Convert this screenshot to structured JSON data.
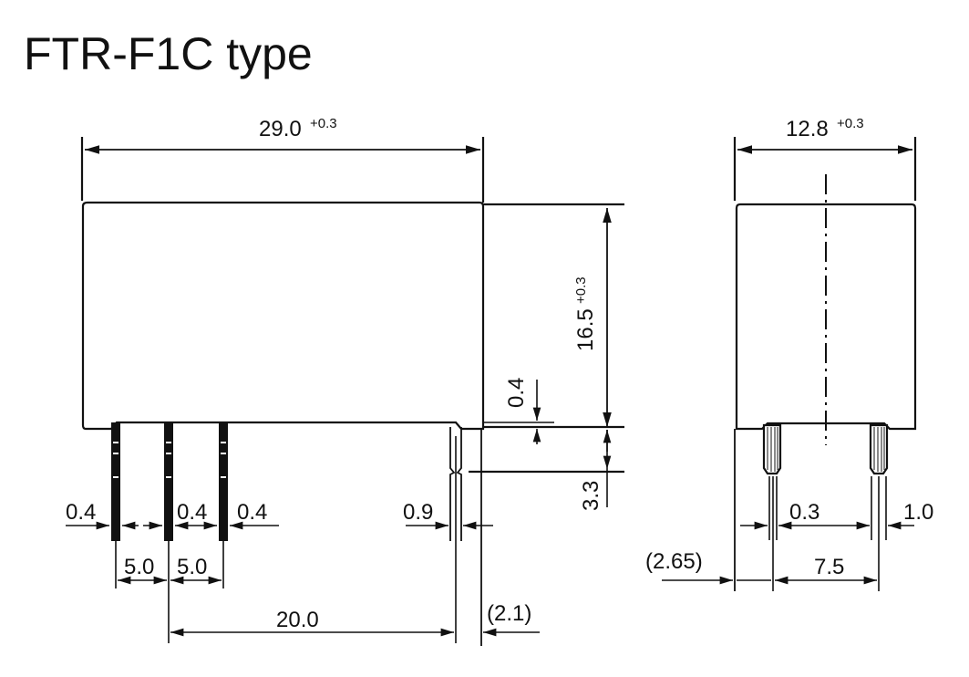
{
  "title": "FTR-F1C type",
  "front_view": {
    "width_dim": {
      "value": "29.0",
      "tolerance": "+0.3"
    },
    "height_dim": {
      "value": "16.5",
      "tolerance": "+0.3"
    },
    "standoff_dim": "0.4",
    "pin_length_dim": "3.3",
    "pin_width_labels": [
      "0.4",
      "0.4",
      "0.4"
    ],
    "pin_width_right": "0.9",
    "pin_pitch": [
      "5.0",
      "5.0"
    ],
    "pin_span": "20.0",
    "edge_offset": "(2.1)"
  },
  "side_view": {
    "width_dim": {
      "value": "12.8",
      "tolerance": "+0.3"
    },
    "pin_thickness": "0.3",
    "pin_width": "1.0",
    "pin_spacing": "7.5",
    "edge_offset": "(2.65)"
  },
  "colors": {
    "line": "#111111",
    "background": "#ffffff"
  }
}
